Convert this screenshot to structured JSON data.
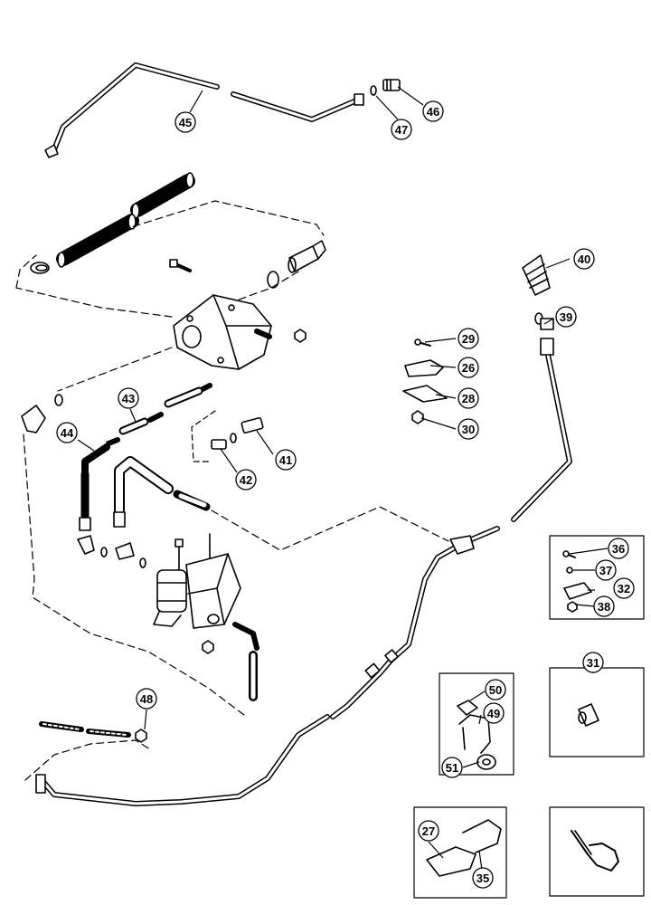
{
  "diagram": {
    "callouts": [
      "45",
      "47",
      "46",
      "40",
      "39",
      "29",
      "26",
      "28",
      "30",
      "43",
      "44",
      "41",
      "42",
      "36",
      "37",
      "32",
      "38",
      "31",
      "50",
      "49",
      "51",
      "48",
      "27",
      "35"
    ]
  }
}
